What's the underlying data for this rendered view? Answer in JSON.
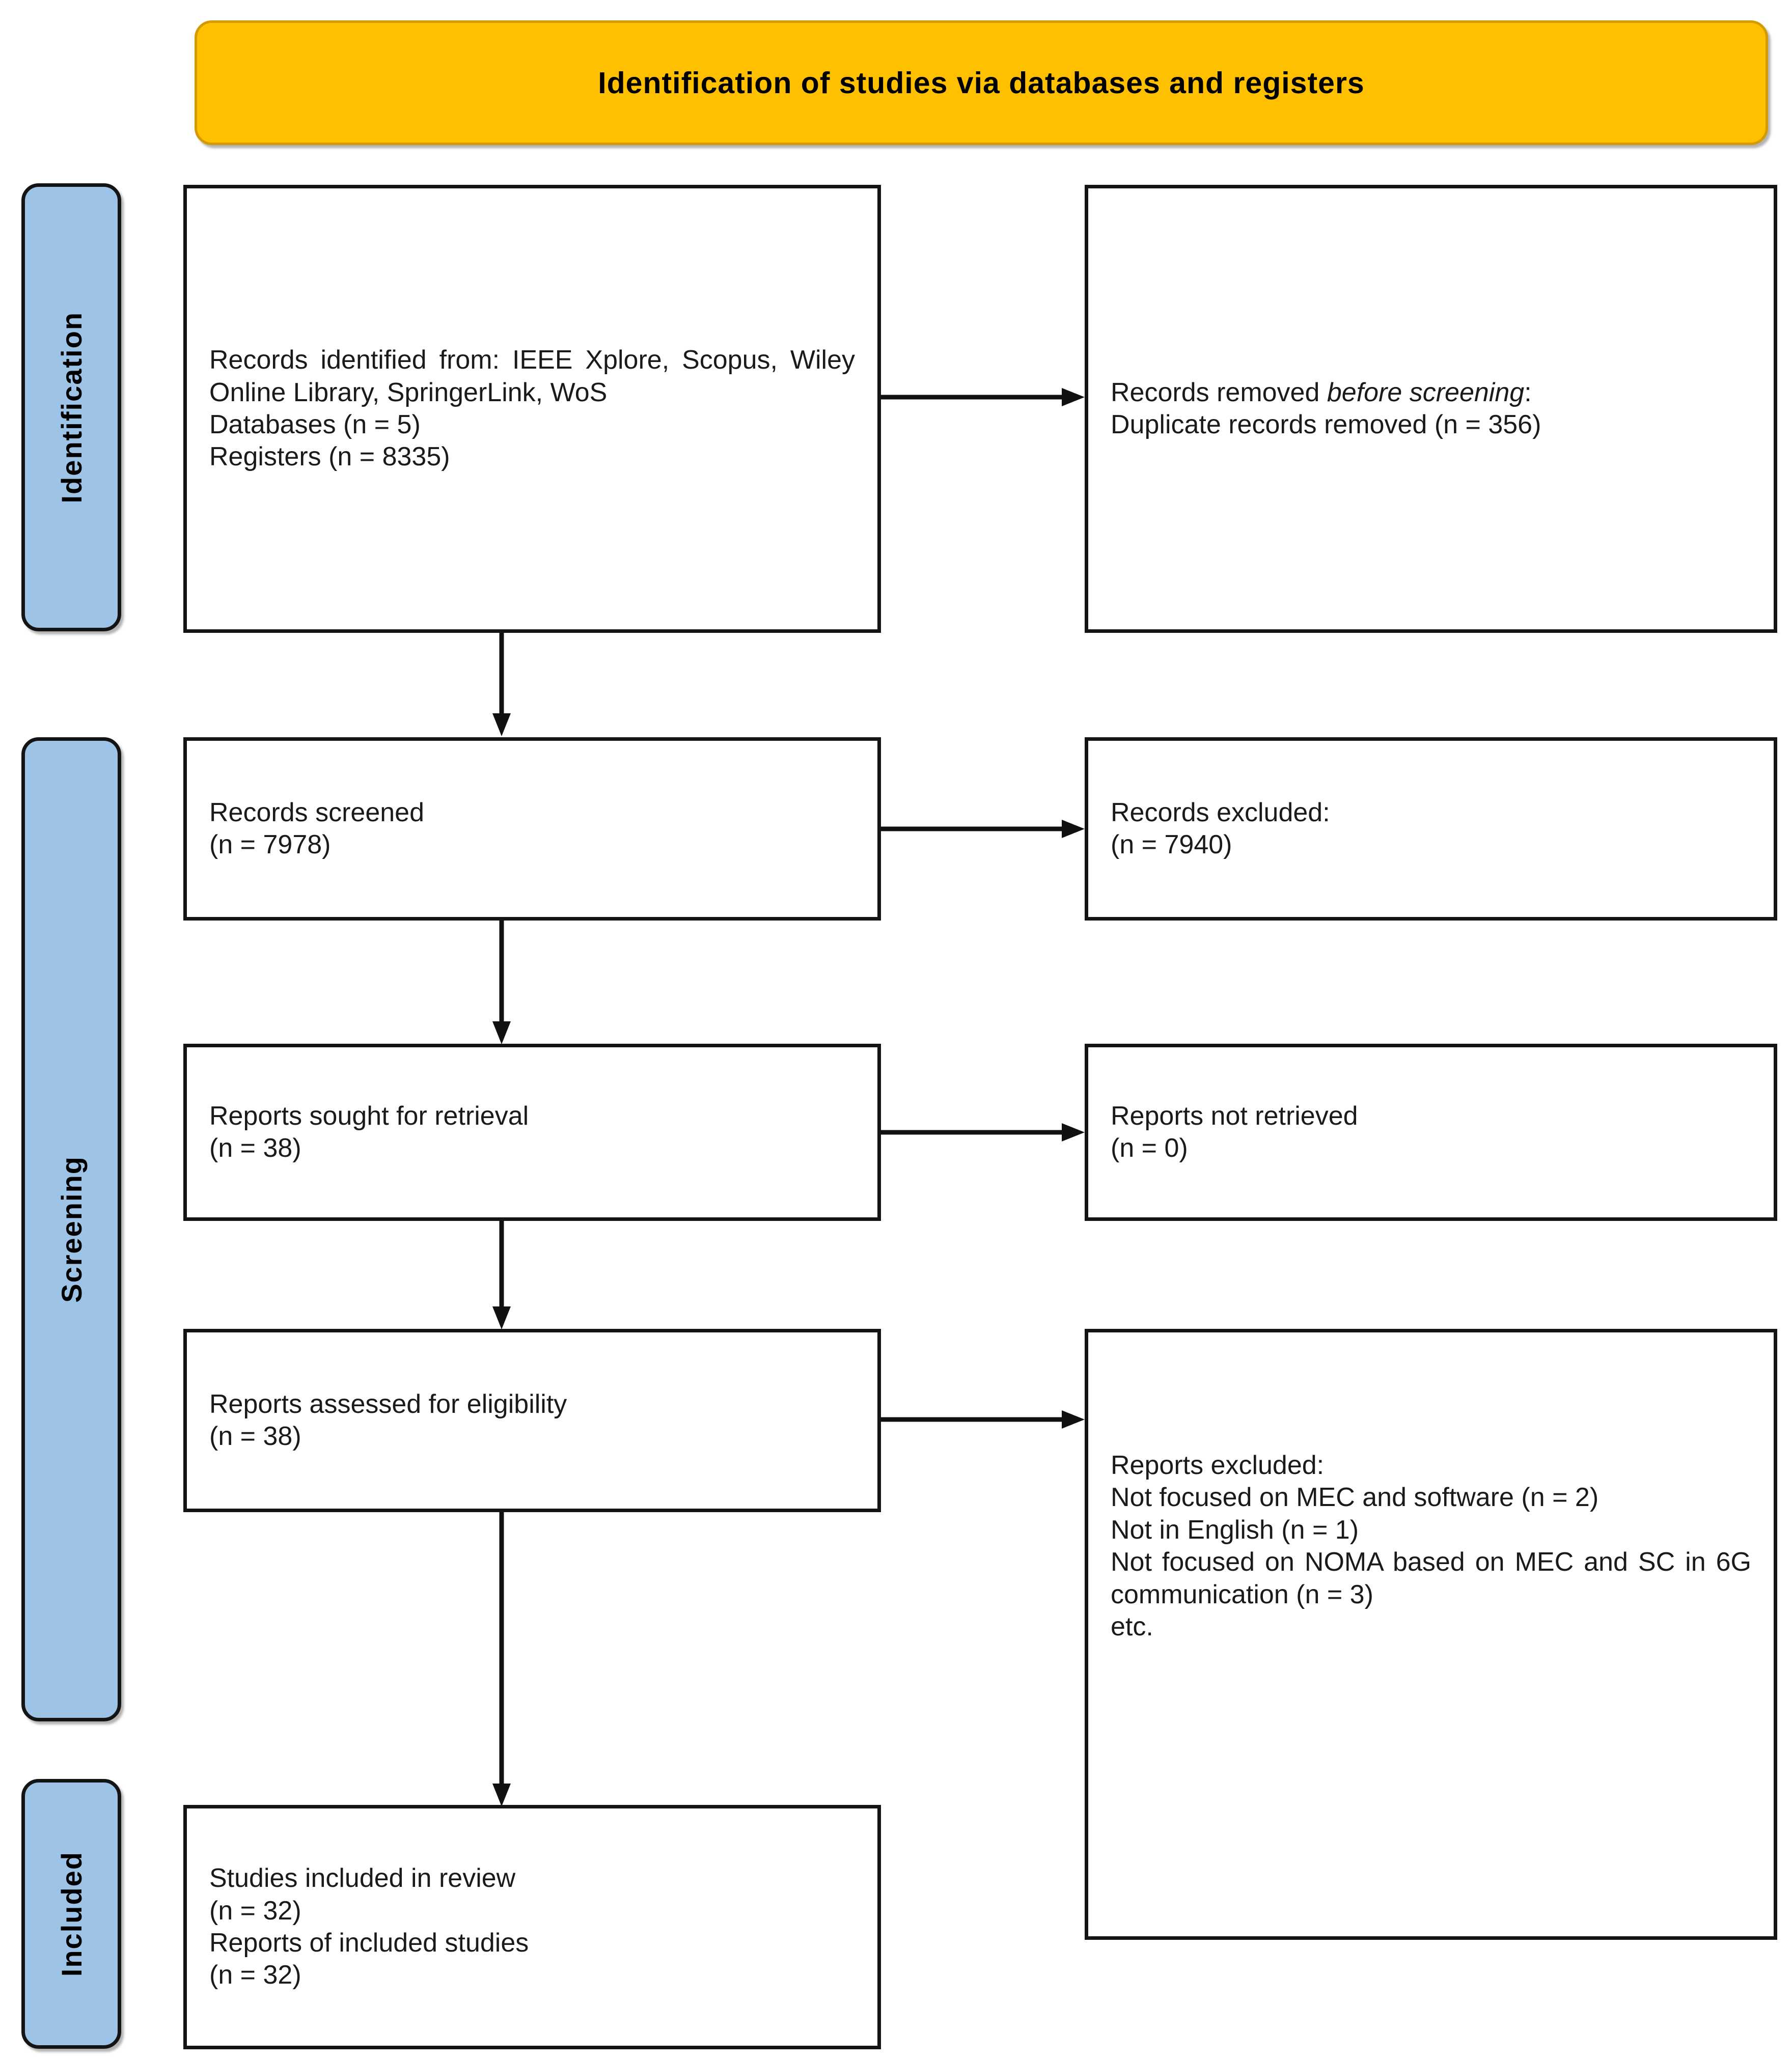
{
  "header": {
    "title": "Identification of studies via databases and registers",
    "background_color": "#FFC000"
  },
  "stages": [
    {
      "id": "identification",
      "label": "Identification",
      "background_color": "#9DC3E6"
    },
    {
      "id": "screening",
      "label": "Screening",
      "background_color": "#9DC3E6"
    },
    {
      "id": "included",
      "label": "Included",
      "background_color": "#9DC3E6"
    }
  ],
  "boxes": {
    "identified": {
      "line1": "Records identified from: IEEE Xplore, Scopus, Wiley Online Library, SpringerLink, WoS",
      "line2": "Databases (n = 5)",
      "line3": "Registers (n = 8335)"
    },
    "removed": {
      "line1_prefix": "Records removed ",
      "line1_italic": "before screening",
      "line1_suffix": ":",
      "line2": "Duplicate records removed (n = 356)"
    },
    "screened": {
      "line1": "Records screened",
      "line2": "(n = 7978)"
    },
    "records_excluded": {
      "line1": "Records excluded:",
      "line2": "(n = 7940)"
    },
    "sought": {
      "line1": "Reports sought for retrieval",
      "line2": "(n = 38)"
    },
    "not_retrieved": {
      "line1": "Reports not retrieved",
      "line2": "(n = 0)"
    },
    "assessed": {
      "line1": "Reports assessed for eligibility",
      "line2": "(n = 38)"
    },
    "reports_excluded": {
      "line1": "Reports excluded:",
      "line2": "Not focused on MEC and software (n = 2)",
      "line3": "Not in English (n = 1)",
      "line4": "Not focused on NOMA based on MEC and SC in 6G communication (n = 3)",
      "line5": "etc."
    },
    "included": {
      "line1": "Studies included in review",
      "line2": "(n = 32)",
      "line3": "Reports of included studies",
      "line4": "(n = 32)"
    }
  },
  "chart_data": {
    "type": "diagram",
    "title": "Identification of studies via databases and registers",
    "diagram_kind": "PRISMA 2020 flow diagram",
    "stages": [
      "Identification",
      "Screening",
      "Included"
    ],
    "nodes": [
      {
        "id": "identified",
        "stage": "Identification",
        "column": "left",
        "label": "Records identified from: IEEE Xplore, Scopus, Wiley Online Library, SpringerLink, WoS",
        "databases_n": 5,
        "registers_n": 8335
      },
      {
        "id": "removed",
        "stage": "Identification",
        "column": "right",
        "label": "Records removed before screening: Duplicate records removed",
        "n": 356
      },
      {
        "id": "screened",
        "stage": "Screening",
        "column": "left",
        "label": "Records screened",
        "n": 7978
      },
      {
        "id": "records_excluded",
        "stage": "Screening",
        "column": "right",
        "label": "Records excluded",
        "n": 7940
      },
      {
        "id": "sought",
        "stage": "Screening",
        "column": "left",
        "label": "Reports sought for retrieval",
        "n": 38
      },
      {
        "id": "not_retrieved",
        "stage": "Screening",
        "column": "right",
        "label": "Reports not retrieved",
        "n": 0
      },
      {
        "id": "assessed",
        "stage": "Screening",
        "column": "left",
        "label": "Reports assessed for eligibility",
        "n": 38
      },
      {
        "id": "reports_excluded",
        "stage": "Screening",
        "column": "right",
        "label": "Reports excluded",
        "reasons": [
          {
            "reason": "Not focused on MEC and software",
            "n": 2
          },
          {
            "reason": "Not in English",
            "n": 1
          },
          {
            "reason": "Not focused on NOMA based on MEC and SC in 6G communication",
            "n": 3
          },
          {
            "reason": "etc.",
            "n": null
          }
        ]
      },
      {
        "id": "included",
        "stage": "Included",
        "column": "left",
        "label": "Studies included in review",
        "studies_n": 32,
        "reports_n": 32
      }
    ],
    "edges": [
      {
        "from": "identified",
        "to": "removed",
        "direction": "right"
      },
      {
        "from": "identified",
        "to": "screened",
        "direction": "down"
      },
      {
        "from": "screened",
        "to": "records_excluded",
        "direction": "right"
      },
      {
        "from": "screened",
        "to": "sought",
        "direction": "down"
      },
      {
        "from": "sought",
        "to": "not_retrieved",
        "direction": "right"
      },
      {
        "from": "sought",
        "to": "assessed",
        "direction": "down"
      },
      {
        "from": "assessed",
        "to": "reports_excluded",
        "direction": "right"
      },
      {
        "from": "assessed",
        "to": "included",
        "direction": "down"
      }
    ]
  }
}
